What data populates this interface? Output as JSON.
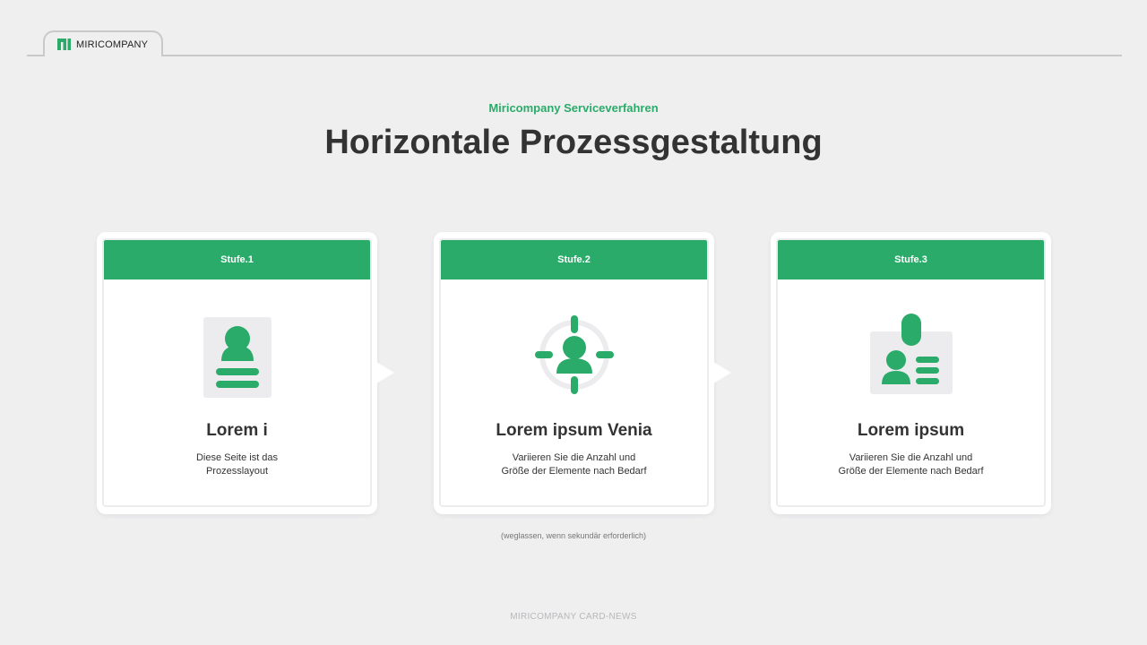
{
  "brand": {
    "name": "MIRICOMPANY",
    "logo_icon": "miricompany-logo-icon"
  },
  "header": {
    "subtitle": "Miricompany Serviceverfahren",
    "title": "Horizontale Prozessgestaltung"
  },
  "colors": {
    "accent": "#2bab6a",
    "background": "#efeff0",
    "text": "#333333",
    "icon_bg": "#ececef"
  },
  "steps": [
    {
      "label": "Stufe.1",
      "title": "Lorem i",
      "description": "Diese Seite ist das\nProzesslayout",
      "icon": "profile-document-icon"
    },
    {
      "label": "Stufe.2",
      "title": "Lorem ipsum Venia",
      "description": "Variieren Sie die Anzahl und\nGröße der Elemente nach Bedarf",
      "icon": "target-user-icon"
    },
    {
      "label": "Stufe.3",
      "title": "Lorem ipsum",
      "description": "Variieren Sie die Anzahl und\nGröße der Elemente nach Bedarf",
      "icon": "id-badge-icon"
    }
  ],
  "note": "(weglassen, wenn sekundär erforderlich)",
  "footer": "MIRICOMPANY CARD-NEWS"
}
